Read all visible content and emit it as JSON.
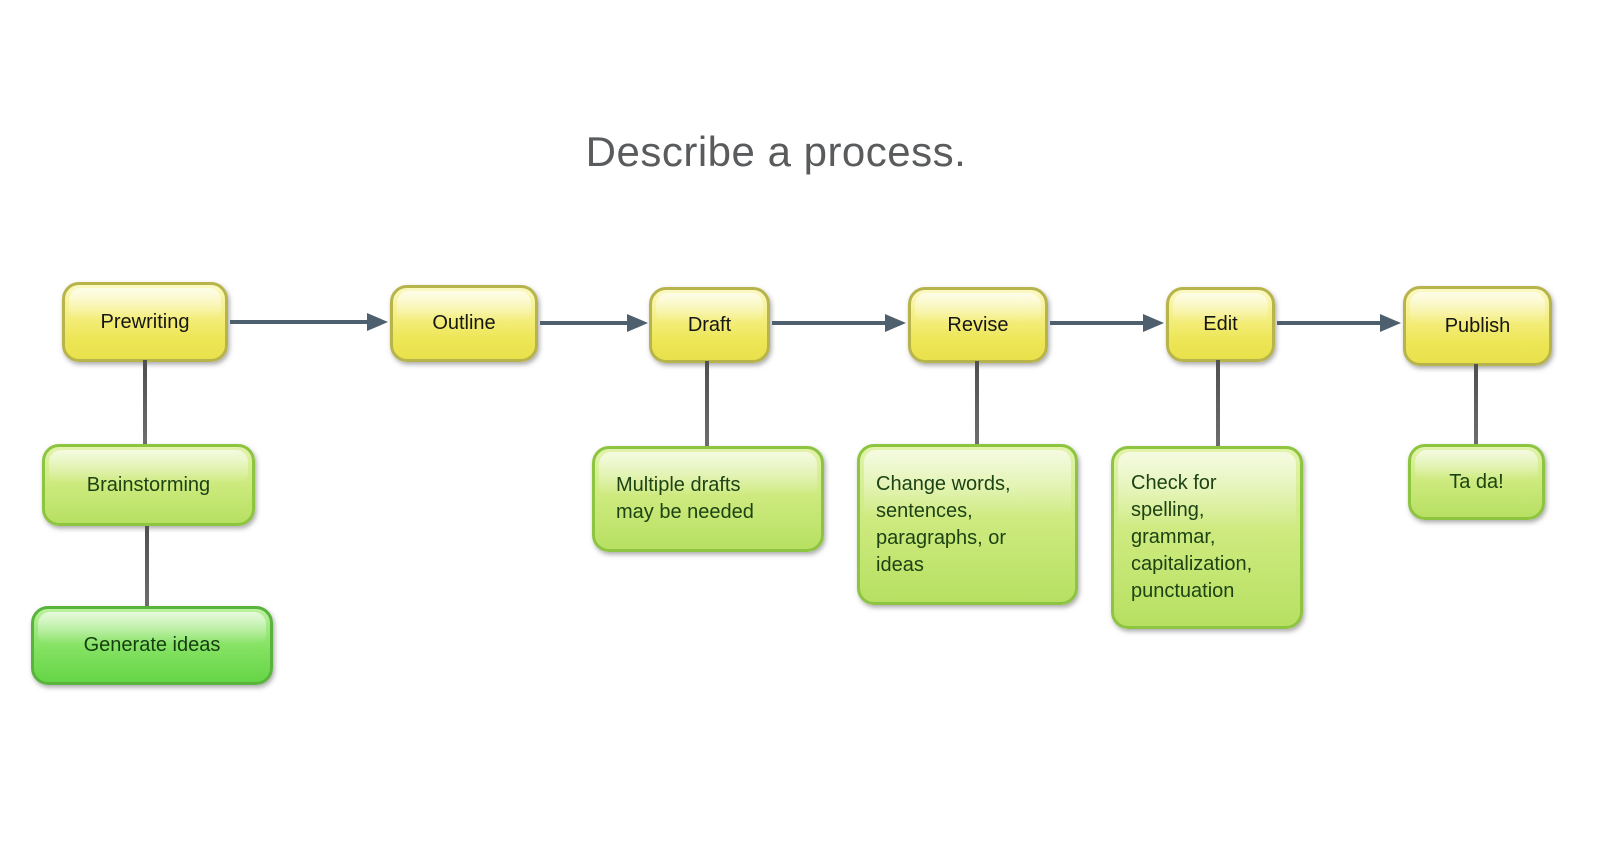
{
  "title": "Describe a process.",
  "flowchart": {
    "steps": [
      {
        "label": "Prewriting"
      },
      {
        "label": "Outline"
      },
      {
        "label": "Draft"
      },
      {
        "label": "Revise"
      },
      {
        "label": "Edit"
      },
      {
        "label": "Publish"
      }
    ],
    "substeps": {
      "brainstorming": {
        "label": "Brainstorming"
      },
      "generate_ideas": {
        "label": "Generate ideas"
      },
      "multiple_drafts": {
        "label": "Multiple drafts\nmay be needed"
      },
      "change_words": {
        "label": "Change words,\nsentences,\nparagraphs, or\nideas"
      },
      "check_for": {
        "label": "Check for\nspelling,\ngrammar,\ncapitalization,\npunctuation"
      },
      "ta_da": {
        "label": "Ta da!"
      }
    }
  },
  "colors": {
    "title_text": "#595b5d",
    "arrow": "#4e5f6d",
    "connector": "#5c5c5c",
    "yellow_box_fill": "#ede656",
    "yellow_box_border": "#b7b44b",
    "green_box_fill": "#c6e873",
    "green_box_border": "#8dc440",
    "bright_green_box_fill": "#79dd58",
    "bright_green_box_border": "#58b43c"
  }
}
